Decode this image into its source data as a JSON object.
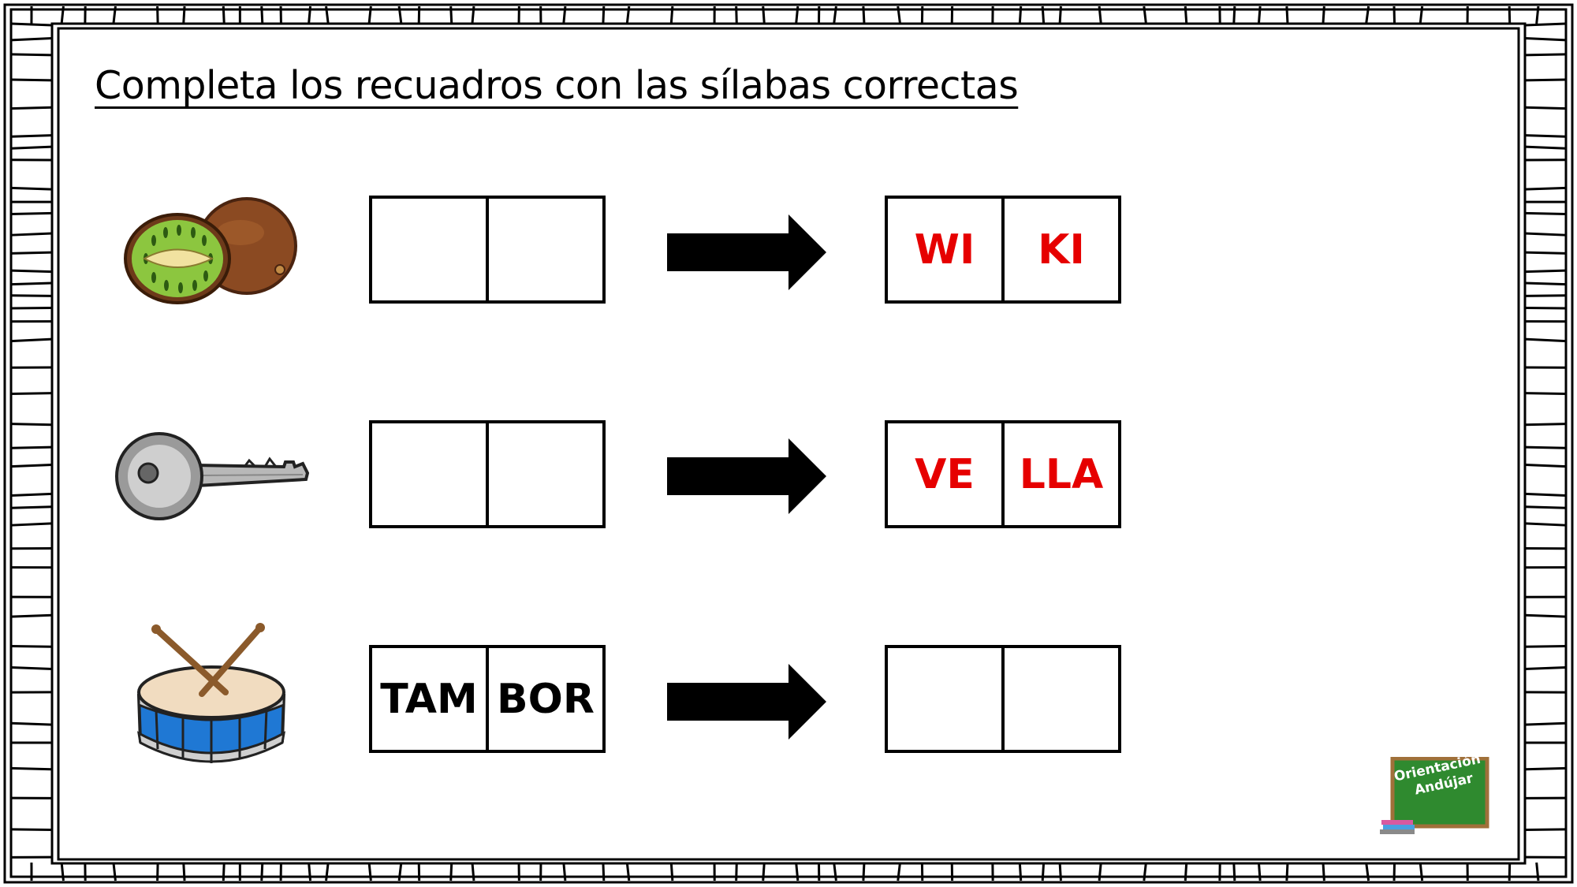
{
  "title": "Completa los recuadros con las sílabas correctas",
  "rows": [
    {
      "picture": "kiwi",
      "left": [
        "",
        ""
      ],
      "right": [
        "WI",
        "KI"
      ]
    },
    {
      "picture": "llave",
      "left": [
        "",
        ""
      ],
      "right": [
        "VE",
        "LLA"
      ]
    },
    {
      "picture": "tambor",
      "left": [
        "TAM",
        "BOR"
      ],
      "right": [
        "",
        ""
      ]
    }
  ],
  "logo": {
    "line1": "Orientación",
    "line2": "Andújar"
  },
  "colors": {
    "answer_red": "#e60000",
    "border": "#000000",
    "board_green": "#2f8a2f"
  }
}
